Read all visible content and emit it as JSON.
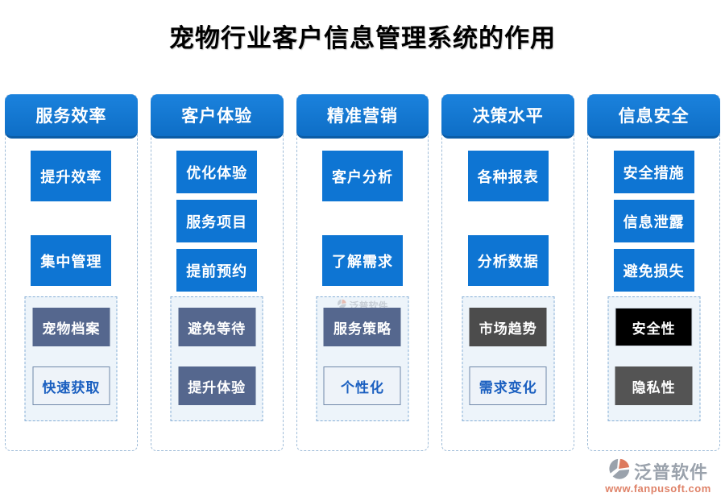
{
  "page": {
    "title": "宠物行业客户信息管理系统的作用"
  },
  "columns": [
    {
      "header": "服务效率",
      "items": [
        "提升效率",
        "集中管理"
      ],
      "sub": [
        "宠物档案",
        "快速获取"
      ]
    },
    {
      "header": "客户体验",
      "items": [
        "优化体验",
        "服务项目",
        "提前预约"
      ],
      "sub": [
        "避免等待",
        "提升体验"
      ]
    },
    {
      "header": "精准营销",
      "items": [
        "客户分析",
        "了解需求"
      ],
      "sub": [
        "服务策略",
        "个性化"
      ]
    },
    {
      "header": "决策水平",
      "items": [
        "各种报表",
        "分析数据"
      ],
      "sub": [
        "市场趋势",
        "需求变化"
      ]
    },
    {
      "header": "信息安全",
      "items": [
        "安全措施",
        "信息泄露",
        "避免损失"
      ],
      "sub": [
        "安全性",
        "隐私性"
      ]
    }
  ],
  "brand": {
    "name": "泛普软件",
    "url": "www.fanpusoft.com"
  },
  "colors": {
    "header_blue": "#1176cf",
    "box_blue": "#0e75d3",
    "box_slate": "#55678e",
    "box_gray": "#4c4c4c",
    "box_black": "#000000",
    "light_box_bg": "#eef3f9",
    "light_box_text": "#1a5fc0",
    "dashed_border": "#9fbcd8",
    "brand_gray": "#9aa2ac",
    "brand_orange": "#df8268"
  }
}
